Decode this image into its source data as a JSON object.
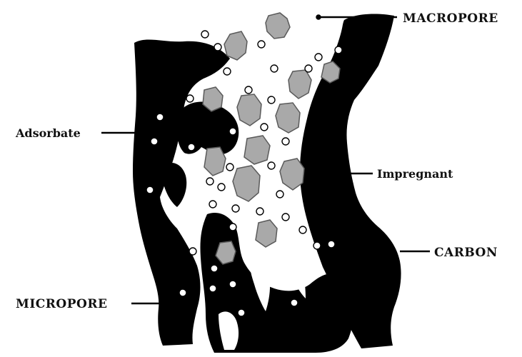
{
  "labels": {
    "macropore": "MACROPORE",
    "adsorbate": "Adsorbate",
    "impregnant": "Impregnant",
    "carbon": "CARBON",
    "micropore": "MICROPORE"
  },
  "colors": {
    "carbon": "#000000",
    "impregnant": "#a9a9a9",
    "adsorbate_fill": "#ffffff",
    "adsorbate_stroke": "#000000",
    "background": "#ffffff"
  }
}
